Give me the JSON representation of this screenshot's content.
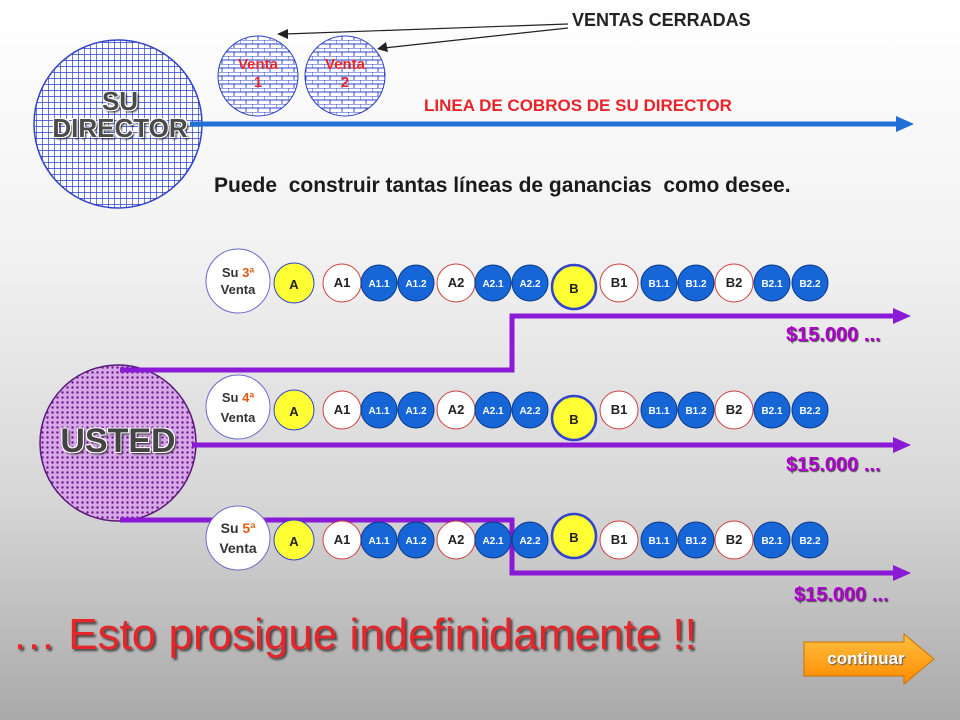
{
  "director": {
    "label": "SU DIRECTOR"
  },
  "closed_sales": {
    "heading": "VENTAS CERRADAS",
    "items": [
      {
        "word": "Venta",
        "num": "1"
      },
      {
        "word": "Venta",
        "num": "2"
      }
    ]
  },
  "director_line_label": "LINEA DE COBROS DE SU DIRECTOR",
  "subtitle": "Puede  construir tantas líneas de ganancias  como desee.",
  "you": {
    "label": "USTED"
  },
  "node_labels": [
    "A",
    "A1",
    "A1.1",
    "A1.2",
    "A2",
    "A2.1",
    "A2.2",
    "B",
    "B1",
    "B1.1",
    "B1.2",
    "B2",
    "B2.1",
    "B2.2"
  ],
  "lines": [
    {
      "sale_prefix": "Su",
      "sale_ordinal": "3ª",
      "sale_word": "Venta",
      "amount": "$15.000 ..."
    },
    {
      "sale_prefix": "Su",
      "sale_ordinal": "4ª",
      "sale_word": "Venta",
      "amount": "$15.000 ..."
    },
    {
      "sale_prefix": "Su",
      "sale_ordinal": "5ª",
      "sale_word": "Venta",
      "amount": "$15.000 ..."
    }
  ],
  "footer": "… Esto prosigue indefinidamente !!",
  "continue_label": "continuar",
  "colors": {
    "blue_line": "#1f6fd6",
    "purple_line": "#8a1ad6",
    "node_blue": "#1666d8",
    "node_yellow": "#ffff33",
    "red_text": "#e8242a",
    "money": "#b000d0",
    "orange_button": "#ff9a00"
  }
}
